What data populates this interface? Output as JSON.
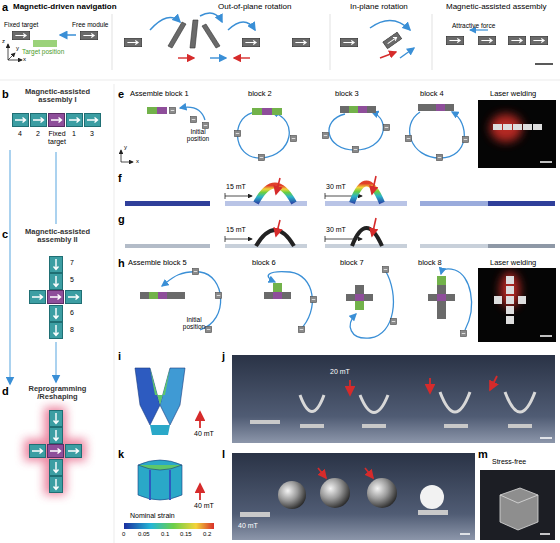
{
  "diagram": {
    "labels": [
      "a",
      "Magnetic-driven navigation",
      "Out-of-plane rotation",
      "In-plane rotation",
      "Magnetic-assisted assembly",
      "Fixed target",
      "Free module",
      "Target position",
      "z",
      "y",
      "x",
      "Attractive force",
      "b",
      "Magnetic-assisted assembly I",
      "4",
      "2",
      "Fixed target",
      "1",
      "3",
      "c",
      "Magnetic-assisted assembly II",
      "7",
      "5",
      "6",
      "8",
      "d",
      "Reprogramming /Reshaping",
      "e",
      "Assemble block 1",
      "block 2",
      "block 3",
      "block 4",
      "Laser welding",
      "Initial position",
      "y",
      "x",
      "f",
      "15 mT",
      "30 mT",
      "g",
      "15 mT",
      "30 mT",
      "h",
      "Assemble block 5",
      "block 6",
      "block 7",
      "block 8",
      "Laser welding",
      "Initial position",
      "i",
      "40 mT",
      "j",
      "20 mT",
      "k",
      "40 mT",
      "Nominal strain",
      "0",
      "0.05",
      "0.1",
      "0.15",
      "0.2",
      "l",
      "40 mT",
      "m",
      "Stress-free"
    ]
  }
}
